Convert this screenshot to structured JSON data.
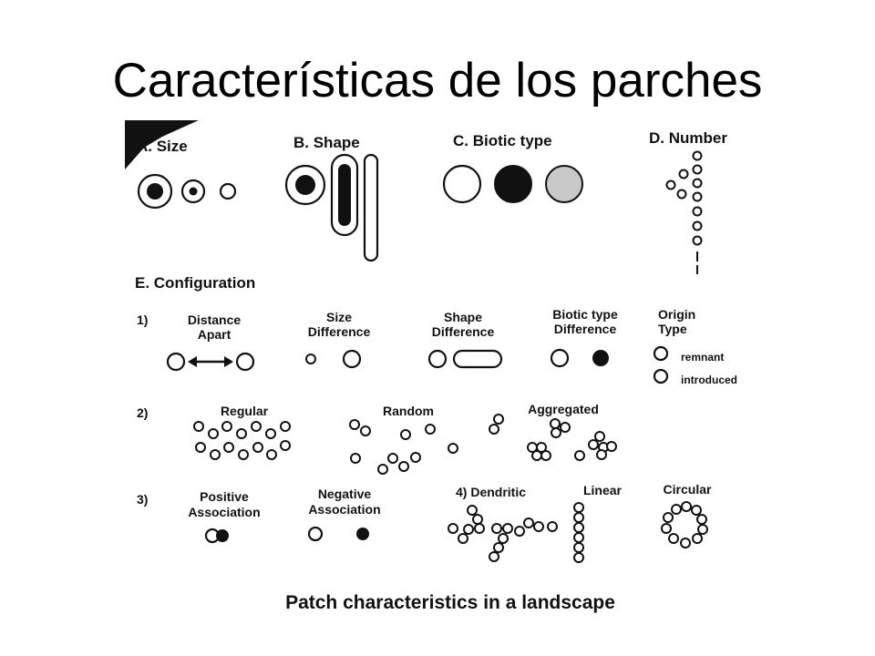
{
  "slide": {
    "title": "Características de los parches"
  },
  "figure": {
    "panels": {
      "size": "A. Size",
      "shape": "B. Shape",
      "biotic_type": "C. Biotic type",
      "number": "D. Number",
      "configuration": "E. Configuration"
    },
    "row1": {
      "index": "1)",
      "distance_apart": [
        "Distance",
        "Apart"
      ],
      "size_difference": [
        "Size",
        "Difference"
      ],
      "shape_difference": [
        "Shape",
        "Difference"
      ],
      "biotic_type_difference": [
        "Biotic type",
        "Difference"
      ],
      "origin_type": [
        "Origin",
        "Type"
      ],
      "remnant": "remnant",
      "introduced": "introduced"
    },
    "row2": {
      "index": "2)",
      "regular": "Regular",
      "random": "Random",
      "aggregated": "Aggregated"
    },
    "row3": {
      "index": "3)",
      "positive": [
        "Positive",
        "Association"
      ],
      "negative": [
        "Negative",
        "Association"
      ],
      "dendritic": "4) Dendritic",
      "linear": "Linear",
      "circular": "Circular"
    },
    "caption": "Patch characteristics in a landscape"
  }
}
